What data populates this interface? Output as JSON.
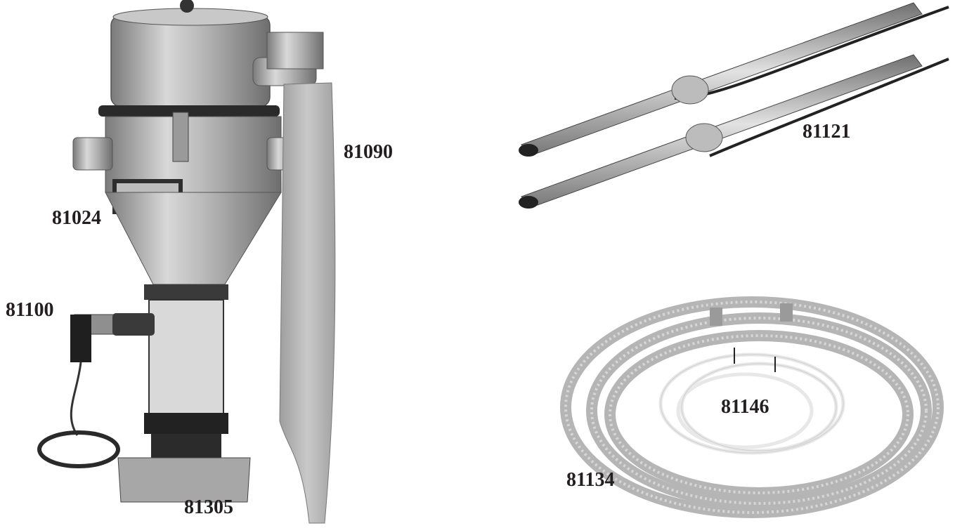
{
  "parts": {
    "hopper_loader": "81024",
    "filter_bag": "81090",
    "level_sensor": "81100",
    "sight_glass": "81305",
    "pickup_wands": "81121",
    "vacuum_hose": "81134",
    "air_tubing": "81146"
  },
  "icons": [
    "hopper-loader-icon",
    "filter-sock-icon",
    "pickup-wand-icon",
    "coiled-hose-icon"
  ],
  "colors": {
    "text": "#231f20",
    "metal": "#a9a9a9",
    "bag": "#bdbdbd"
  }
}
